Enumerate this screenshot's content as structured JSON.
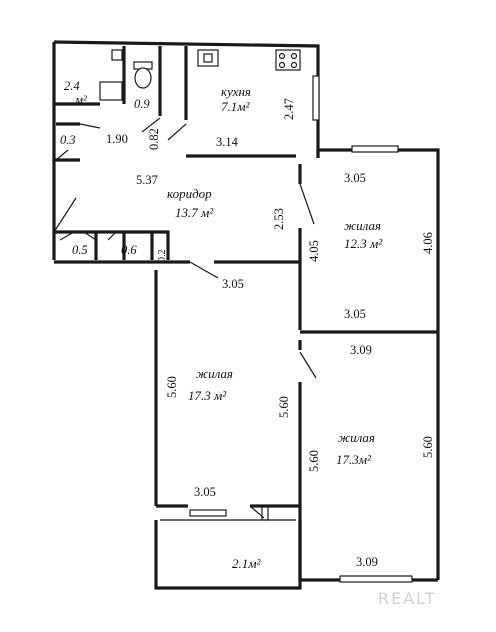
{
  "rooms": {
    "kitchen": {
      "name": "кухня",
      "area": "7.1м²"
    },
    "corridor": {
      "name": "коридор",
      "area": "13.7 м²"
    },
    "living_small": {
      "name": "жилая",
      "area": "12.3 м²"
    },
    "living_left": {
      "name": "жилая",
      "area": "17.3 м²"
    },
    "living_right": {
      "name": "жилая",
      "area": "17.3м²"
    },
    "balcony": {
      "area": "2.1м²"
    },
    "bath": {
      "area_top": "2.4",
      "area_bottom": "м²"
    },
    "toilet": {
      "area": "0.9"
    },
    "closet_a": {
      "area": "0.3"
    },
    "closet_b": {
      "area": "0.5"
    },
    "closet_c": {
      "area": "0.6"
    },
    "closet_d": {
      "area": "0.2"
    }
  },
  "dimensions": {
    "kitchen_width": "3.14",
    "kitchen_depth": "2.47",
    "toilet_depth": "0.82",
    "hall_width": "1.90",
    "corridor_length": "5.37",
    "corridor_depth": "2.53",
    "small_top": "3.05",
    "small_left": "4.05",
    "small_right": "4.06",
    "small_bottom": "3.05",
    "left_top": "3.05",
    "left_left": "5.60",
    "left_right": "5.60",
    "left_bottom": "3.05",
    "right_top": "3.09",
    "right_left": "5.60",
    "right_right": "5.60",
    "right_bottom": "3.09"
  },
  "watermark": "REALT"
}
